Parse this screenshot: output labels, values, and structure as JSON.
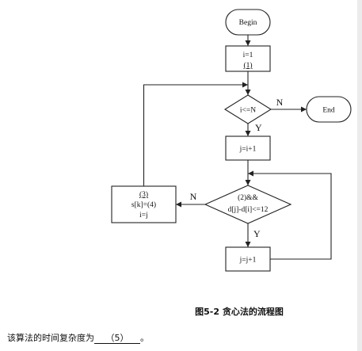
{
  "flowchart": {
    "begin_label": "Begin",
    "init_line1": "i=1",
    "init_line2": "(1)",
    "cond1_label": "i<=N",
    "cond1_no": "N",
    "cond1_yes": "Y",
    "end_label": "End",
    "assign_j_label": "j=i+1",
    "cond2_line1": "(2)&&",
    "cond2_line2": "d[j]-d[i]<=12",
    "cond2_no": "N",
    "cond2_yes": "Y",
    "left_line1": "(3)",
    "left_line2": "s[k]=(4)",
    "left_line3": "i=j",
    "inc_j_label": "j=j+1"
  },
  "caption": "图5-2 贪心法的流程图",
  "question": {
    "prefix": "该算法的时间复杂度为",
    "blank": "（5）",
    "suffix": "。"
  }
}
